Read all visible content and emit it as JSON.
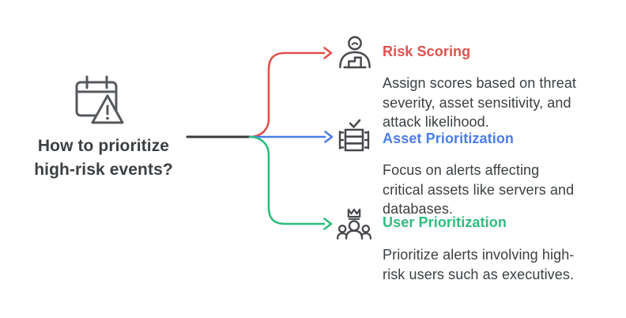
{
  "question": {
    "title_lines": [
      "How to prioritize",
      "high-risk events?"
    ],
    "icon": "calendar-alert-icon"
  },
  "branches": [
    {
      "label": "Risk Scoring",
      "color": "#e0524e",
      "icon": "analyst-chart-icon",
      "description_lines": [
        "Assign scores based on threat",
        "severity, asset sensitivity, and",
        "attack likelihood."
      ]
    },
    {
      "label": "Asset Prioritization",
      "color": "#4a7de9",
      "icon": "server-check-icon",
      "description_lines": [
        "Focus on alerts affecting",
        "critical assets like servers and",
        "databases."
      ]
    },
    {
      "label": "User Prioritization",
      "color": "#2ebd7e",
      "icon": "users-crown-icon",
      "description_lines": [
        "Prioritize alerts involving high-",
        "risk users such as executives."
      ]
    }
  ],
  "colors": {
    "text": "#3c4043",
    "connector": "#3b3b3d",
    "icon_stroke": "#47494d",
    "question_icon_stroke": "#55585c",
    "background": "#ffffff"
  }
}
